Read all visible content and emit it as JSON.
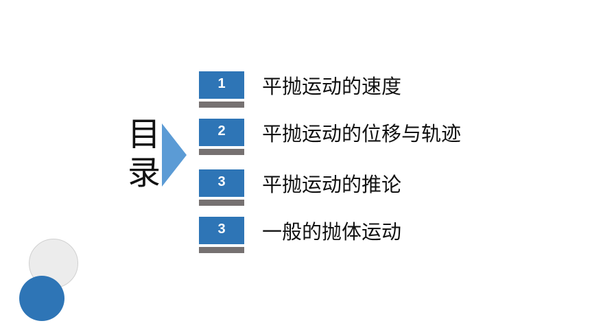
{
  "slide": {
    "title_chars": [
      "目",
      "录"
    ],
    "items": [
      {
        "number": "1",
        "label": "平抛运动的速度"
      },
      {
        "number": "2",
        "label": "平抛运动的位移与轨迹"
      },
      {
        "number": "3",
        "label": "平抛运动的推论"
      },
      {
        "number": "3",
        "label": "一般的抛体运动"
      }
    ]
  },
  "colors": {
    "accent_blue": "#2e75b6",
    "arrow_blue": "#5b9bd5",
    "bar_gray": "#767171",
    "circle_gray": "#ececec"
  }
}
